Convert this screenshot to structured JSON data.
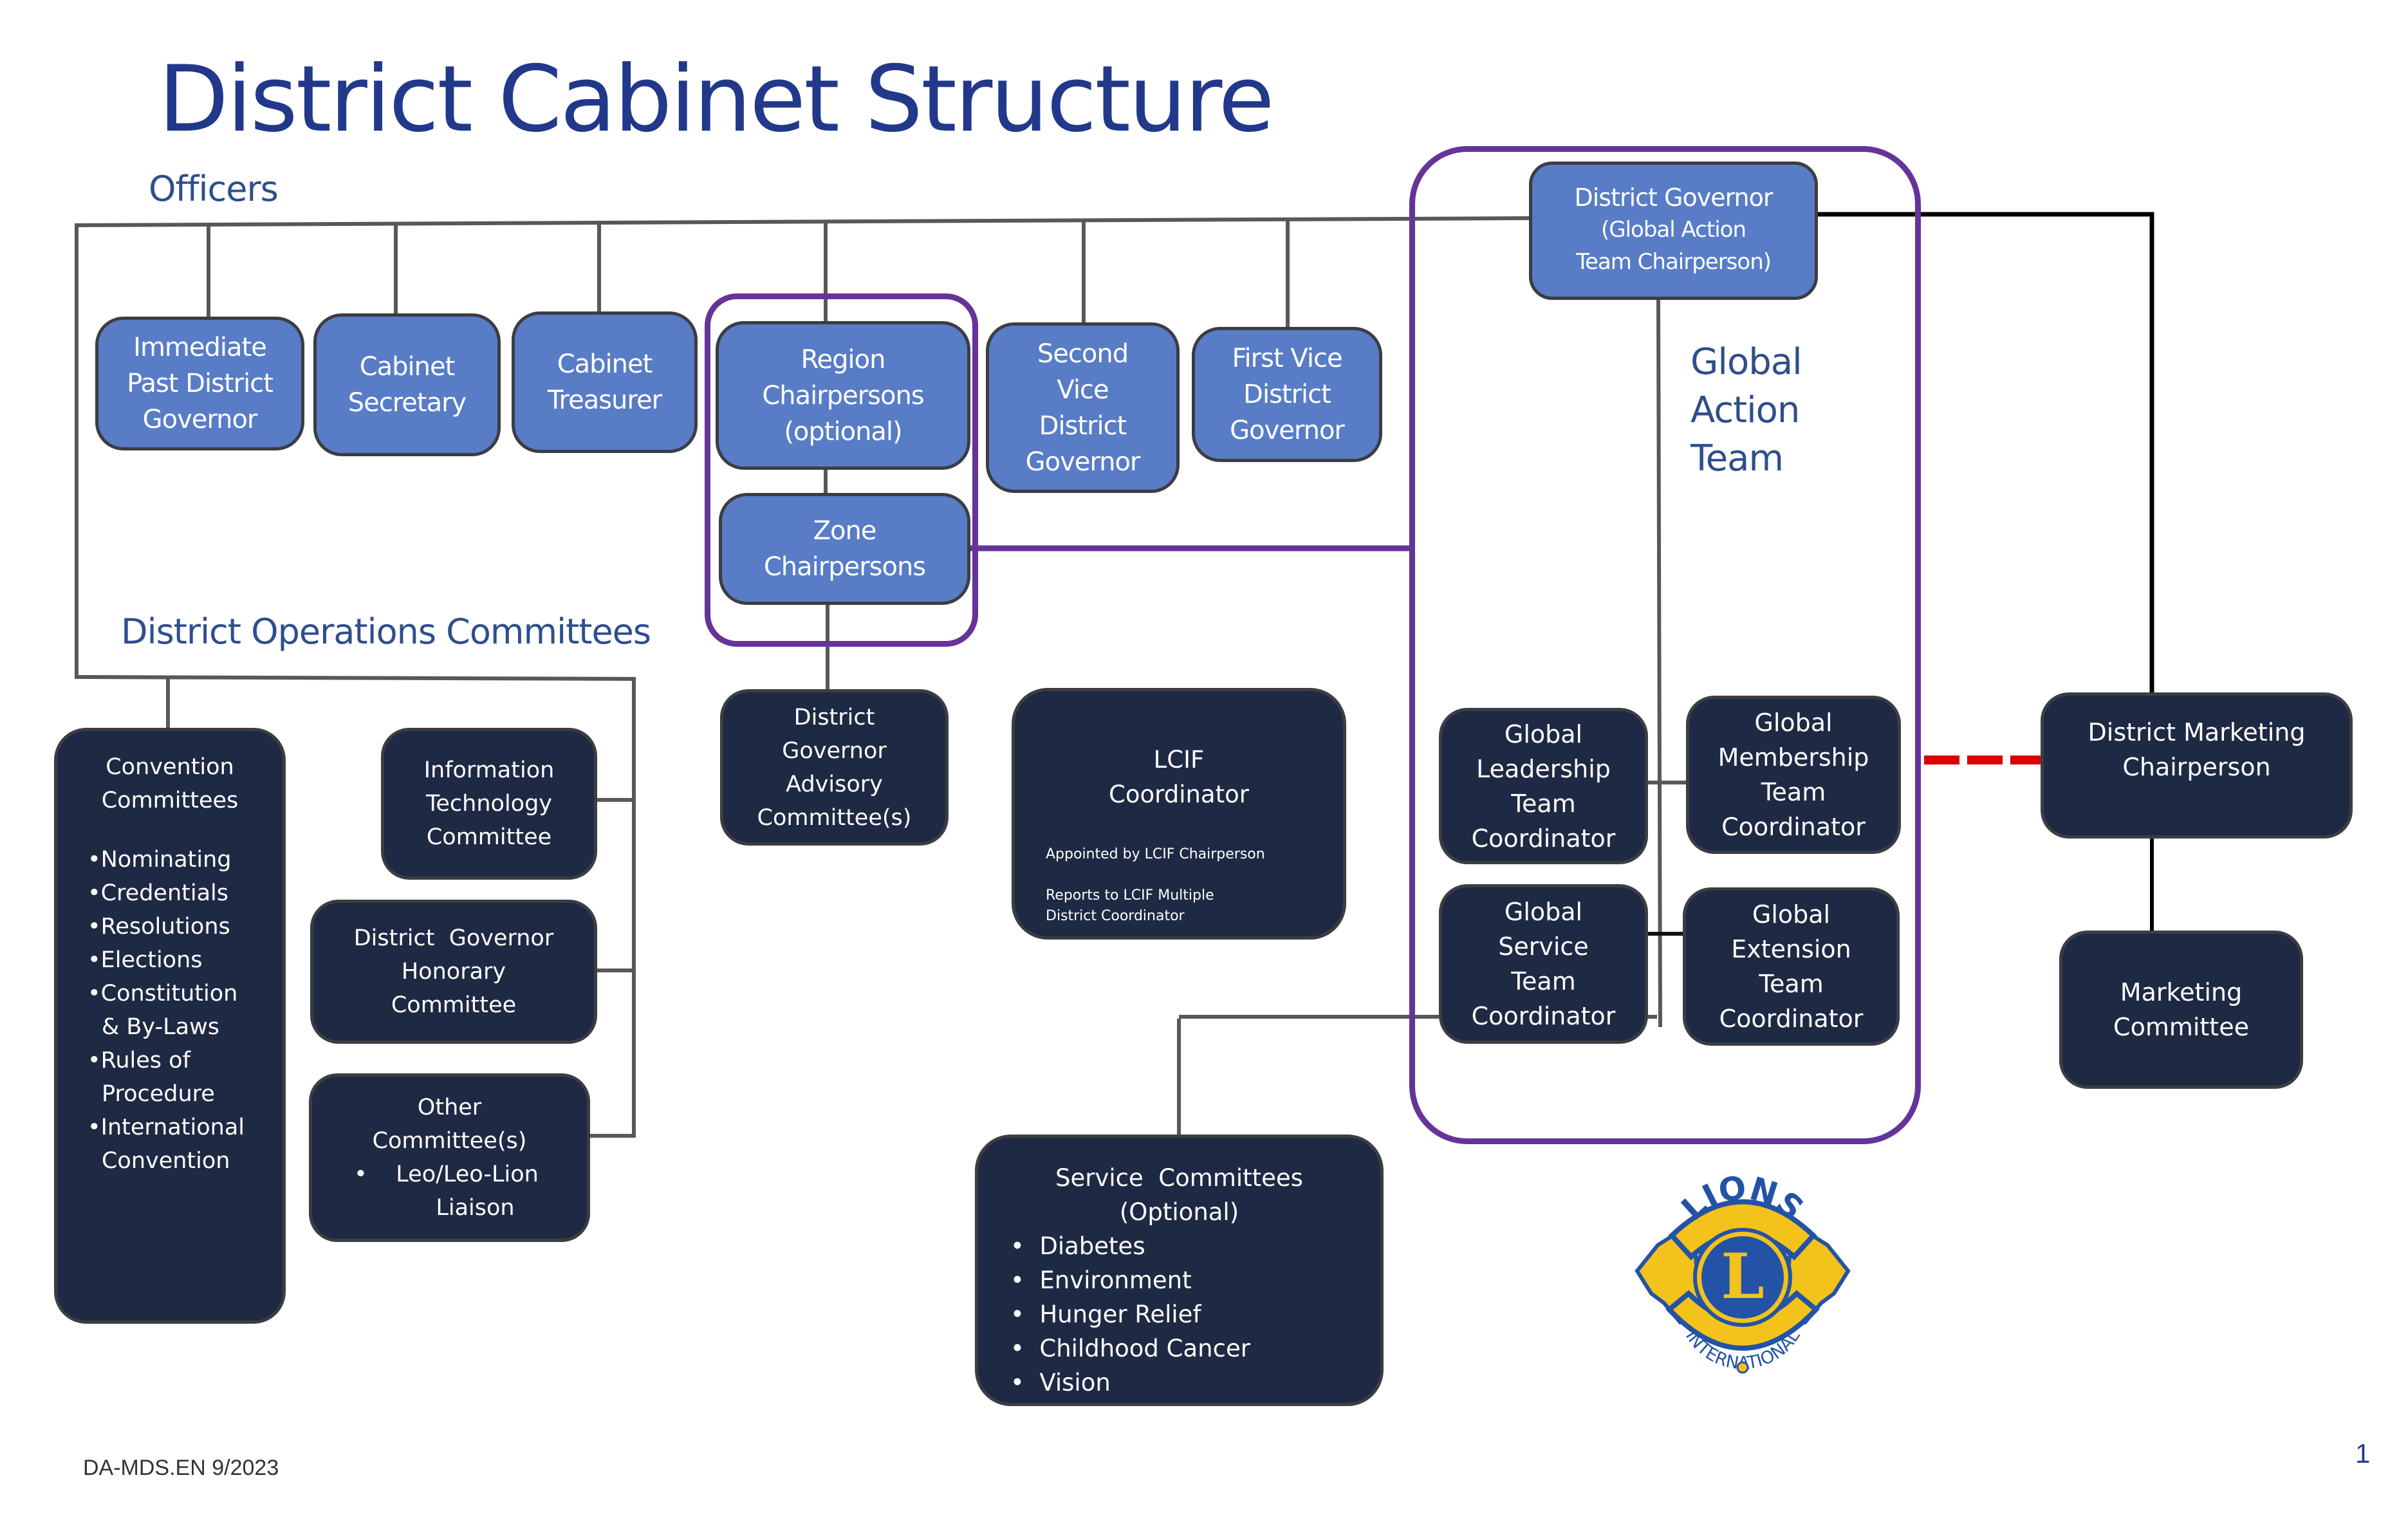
{
  "title": "District Cabinet Structure",
  "sections": {
    "officers": "Officers",
    "operations": "District Operations Committees",
    "global_action_team": [
      "Global",
      "Action",
      "Team"
    ]
  },
  "colors": {
    "title": "#22388a",
    "officer_box": "#587cc6",
    "committee_box": "#1e2944",
    "frame": "#663399",
    "dashed_link": "#dd0000",
    "connector": "#58585b"
  },
  "officers": [
    {
      "id": "ipdg",
      "lines": [
        "Immediate",
        "Past District",
        "Governor"
      ]
    },
    {
      "id": "cabinet-secretary",
      "lines": [
        "Cabinet",
        "Secretary"
      ]
    },
    {
      "id": "cabinet-treasurer",
      "lines": [
        "Cabinet",
        "Treasurer"
      ]
    },
    {
      "id": "region-chairpersons",
      "lines": [
        "Region",
        "Chairpersons",
        "(optional)"
      ]
    },
    {
      "id": "zone-chairpersons",
      "lines": [
        "Zone",
        "Chairpersons"
      ]
    },
    {
      "id": "second-vdg",
      "lines": [
        "Second",
        "Vice",
        "District",
        "Governor"
      ]
    },
    {
      "id": "first-vdg",
      "lines": [
        "First Vice",
        "District",
        "Governor"
      ]
    }
  ],
  "district_governor": {
    "lines": [
      "District Governor",
      "(Global Action",
      "Team Chairperson)"
    ]
  },
  "global_team": [
    {
      "id": "glt",
      "lines": [
        "Global",
        "Leadership",
        "Team",
        "Coordinator"
      ]
    },
    {
      "id": "gmt",
      "lines": [
        "Global",
        "Membership",
        "Team",
        "Coordinator"
      ]
    },
    {
      "id": "gst",
      "lines": [
        "Global",
        "Service",
        "Team",
        "Coordinator"
      ]
    },
    {
      "id": "get",
      "lines": [
        "Global",
        "Extension",
        "Team",
        "Coordinator"
      ]
    }
  ],
  "marketing": {
    "chair": [
      "District Marketing",
      "Chairperson"
    ],
    "committee": [
      "Marketing",
      "Committee"
    ]
  },
  "operations": {
    "convention": {
      "title": [
        "Convention",
        "Committees"
      ],
      "items": [
        "Nominating",
        "Credentials",
        "Resolutions",
        "Elections",
        "Constitution",
        "& By-Laws",
        "Rules of",
        "Procedure",
        "International",
        "Convention"
      ]
    },
    "it": [
      "Information",
      "Technology",
      "Committee"
    ],
    "honorary": [
      "District  Governor",
      "Honorary",
      "Committee"
    ],
    "other": {
      "title": [
        "Other",
        "Committee(s)"
      ],
      "item": [
        "Leo/Leo-Lion",
        "Liaison"
      ]
    }
  },
  "advisory": [
    "District",
    "Governor",
    "Advisory",
    "Committee(s)"
  ],
  "lcif": {
    "title": [
      "LCIF",
      "Coordinator"
    ],
    "note1": "Appointed by LCIF Chairperson",
    "note2": [
      "Reports to LCIF Multiple",
      "District Coordinator"
    ]
  },
  "service": {
    "title": [
      "Service  Committees",
      "(Optional)"
    ],
    "items": [
      "Diabetes",
      "Environment",
      "Hunger Relief",
      "Childhood Cancer",
      "Vision"
    ]
  },
  "logo": {
    "top": "LIONS",
    "bottom": "INTERNATIONAL",
    "letter": "L"
  },
  "footer": "DA-MDS.EN 9/2023",
  "page_number": "1"
}
